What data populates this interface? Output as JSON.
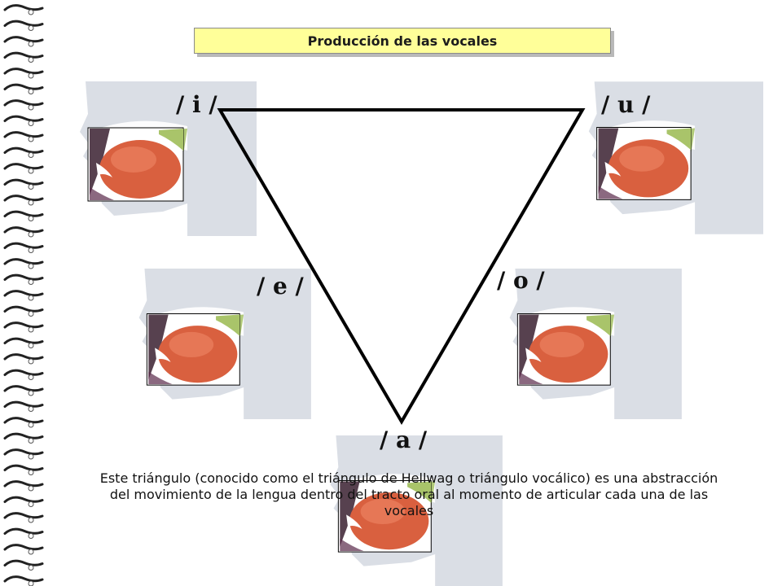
{
  "title": "Producción de las vocales",
  "vowels": {
    "i": "/ i /",
    "u": "/ u /",
    "e": "/ e /",
    "o": "/ o /",
    "a": "/ a /"
  },
  "caption": "Este triángulo (conocido como el triángulo de Hellwag o triángulo vocálico) es una abstracción del movimiento de la lengua dentro del tracto oral al momento de articular cada una de las vocales",
  "colors": {
    "title_bg": "#ffff99",
    "head_silhouette": "#cdd3dc",
    "tongue": "#d9603f",
    "palate": "#a9c46a",
    "triangle": "#000000"
  }
}
